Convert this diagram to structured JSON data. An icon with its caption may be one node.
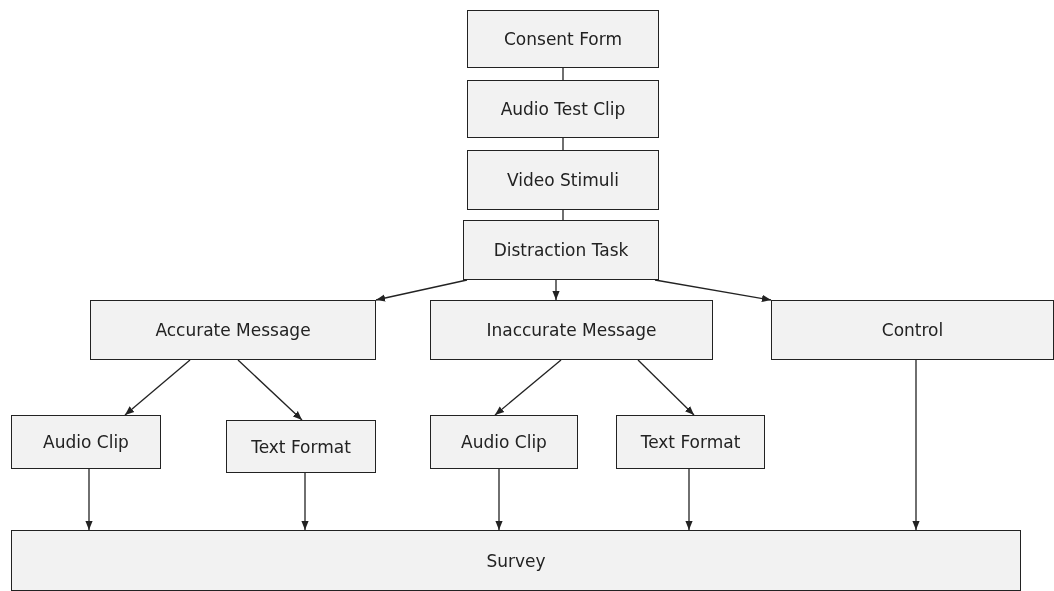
{
  "diagram": {
    "nodes": [
      {
        "text": [
          "Consent Form"
        ]
      },
      {
        "text": [
          "Audio Test Clip"
        ]
      },
      {
        "text": [
          "Video Stimuli"
        ]
      },
      {
        "text": [
          "Distraction Task"
        ]
      },
      {
        "text": [
          "Accurate Message"
        ]
      },
      {
        "text": [
          "Inaccurate Message"
        ]
      },
      {
        "text": [
          "Control"
        ]
      },
      {
        "text": [
          "Audio Clip"
        ]
      },
      {
        "text": [
          "Text Format"
        ]
      },
      {
        "text": [
          "Audio Clip"
        ]
      },
      {
        "text": [
          "Text Format"
        ]
      },
      {
        "text": [
          "Survey"
        ]
      }
    ],
    "edges": [
      {
        "from": 0,
        "to": 1,
        "arrow": "none"
      },
      {
        "from": 1,
        "to": 2,
        "arrow": "none"
      },
      {
        "from": 2,
        "to": 3,
        "arrow": "none"
      },
      {
        "from": 3,
        "to": 4,
        "arrow": "to"
      },
      {
        "from": 3,
        "to": 5,
        "arrow": "to"
      },
      {
        "from": 3,
        "to": 6,
        "arrow": "to"
      },
      {
        "from": 4,
        "to": 7,
        "arrow": "to"
      },
      {
        "from": 4,
        "to": 8,
        "arrow": "to"
      },
      {
        "from": 5,
        "to": 9,
        "arrow": "to"
      },
      {
        "from": 5,
        "to": 10,
        "arrow": "to"
      },
      {
        "from": 7,
        "to": 11,
        "arrow": "to"
      },
      {
        "from": 8,
        "to": 11,
        "arrow": "to"
      },
      {
        "from": 9,
        "to": 11,
        "arrow": "to"
      },
      {
        "from": 10,
        "to": 11,
        "arrow": "to"
      },
      {
        "from": 6,
        "to": 11,
        "arrow": "to"
      }
    ]
  }
}
